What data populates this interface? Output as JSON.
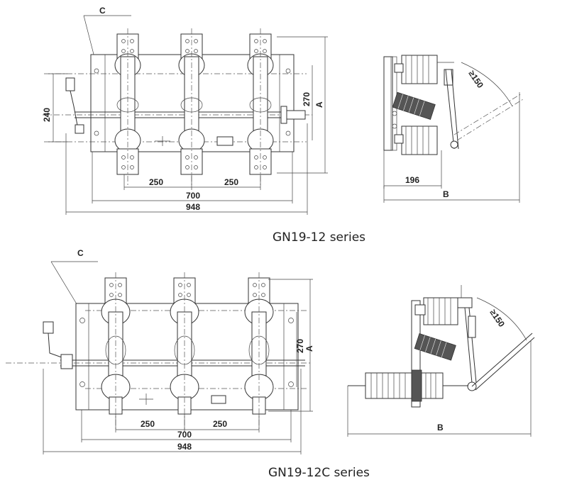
{
  "captions": {
    "top": "GN19-12 series",
    "bottom": "GN19-12C series"
  },
  "top_front": {
    "label_c": "C",
    "dim_pole_left": "250",
    "dim_pole_right": "250",
    "dim_inner": "700",
    "dim_overall": "948",
    "dim_height_left": "240",
    "dim_height_right": "270",
    "dim_a": "A"
  },
  "top_side": {
    "dim_angle": "≥150",
    "dim_depth": "196",
    "dim_b": "B"
  },
  "bottom_front": {
    "label_c": "C",
    "dim_pole_left": "250",
    "dim_pole_right": "250",
    "dim_inner": "700",
    "dim_overall": "948",
    "dim_height_right": "270",
    "dim_a": "A"
  },
  "bottom_side": {
    "dim_angle": "≥150",
    "dim_b": "B"
  }
}
